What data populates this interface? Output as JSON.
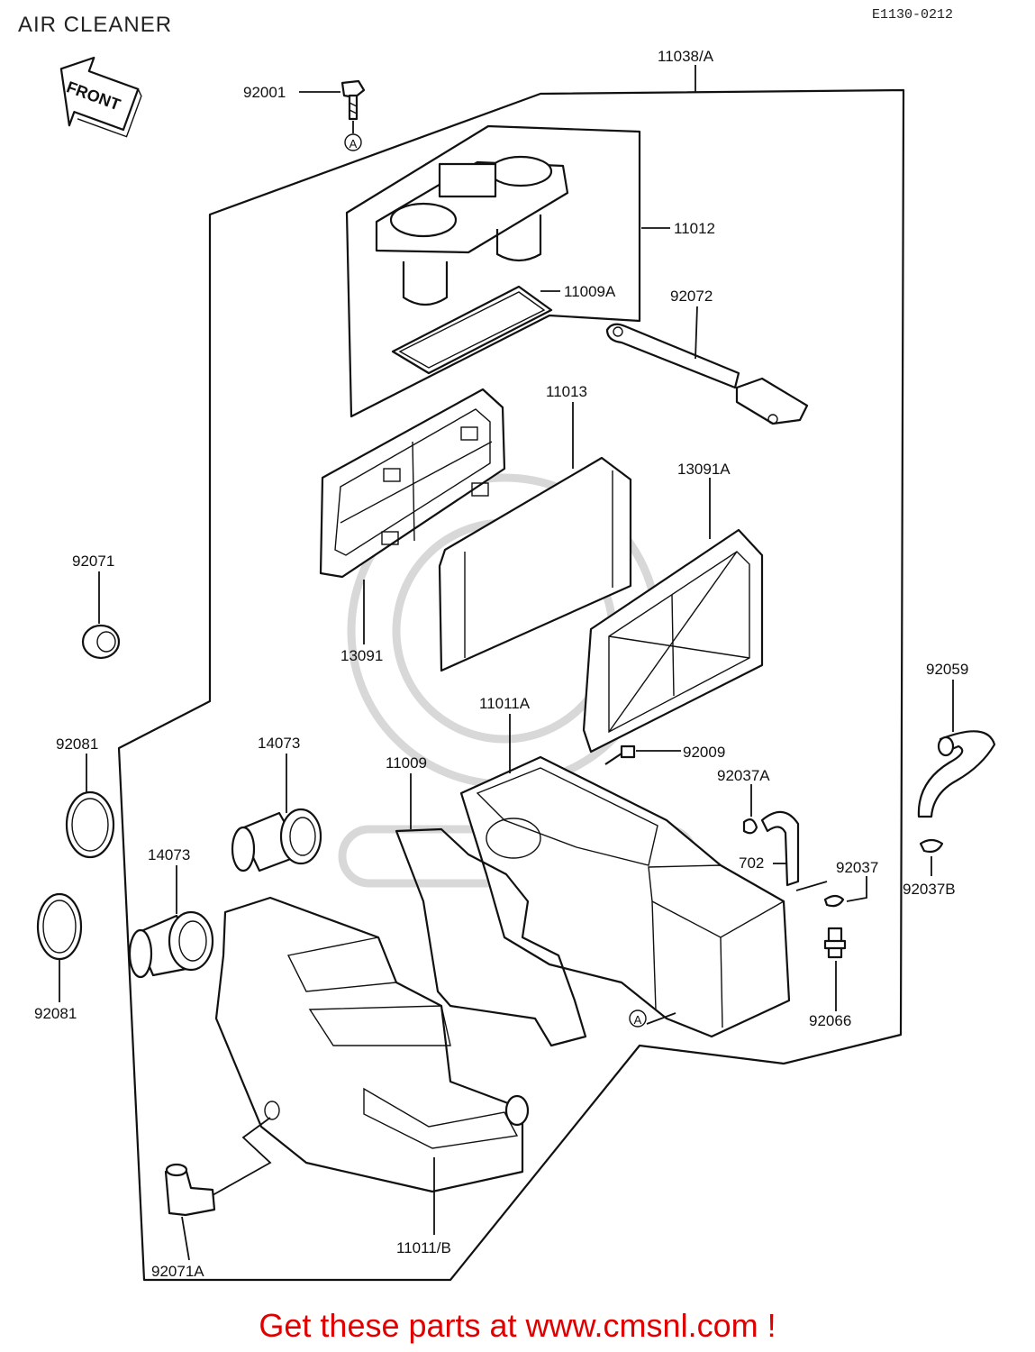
{
  "title": "AIR CLEANER",
  "diagram_code": "E1130-0212",
  "front_arrow_label": "FRONT",
  "ref_marker": "A",
  "footer_text": "Get these parts at www.cmsnl.com !",
  "parts": {
    "p11038A": "11038/A",
    "p92001": "92001",
    "p11012": "11012",
    "p11009A": "11009A",
    "p92072": "92072",
    "p11013": "11013",
    "p13091A": "13091A",
    "p13091": "13091",
    "p92071": "92071",
    "p92081a": "92081",
    "p92081b": "92081",
    "p14073a": "14073",
    "p14073b": "14073",
    "p11011A": "11011A",
    "p11009": "11009",
    "p92009": "92009",
    "p92037A": "92037A",
    "p702": "702",
    "p92037": "92037",
    "p92059": "92059",
    "p92037B": "92037B",
    "p92066": "92066",
    "p11011B": "11011/B",
    "p92071A": "92071A"
  }
}
